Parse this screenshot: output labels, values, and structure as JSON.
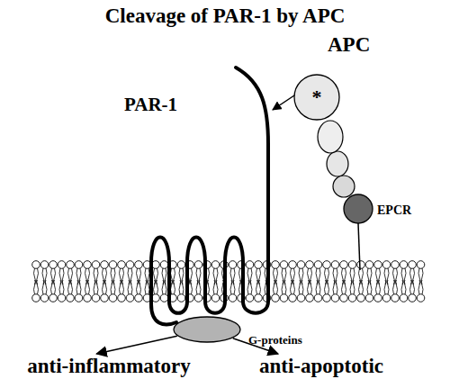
{
  "diagram": {
    "title": "Cleavage of PAR-1 by APC",
    "nodes": [
      {
        "text": [
          "APC",
          "*"
        ]
      },
      {
        "text": [
          "EPCR"
        ]
      },
      {
        "text": [
          "G-proteins"
        ]
      },
      {
        "text": [
          "anti-inflammatory"
        ]
      },
      {
        "text": [
          "anti-apoptotic"
        ]
      }
    ],
    "edges": [
      {
        "from": 2,
        "to": 3,
        "arrow": "to"
      },
      {
        "from": 2,
        "to": 4,
        "arrow": "to"
      }
    ],
    "labels": [
      "PAR-1"
    ]
  }
}
